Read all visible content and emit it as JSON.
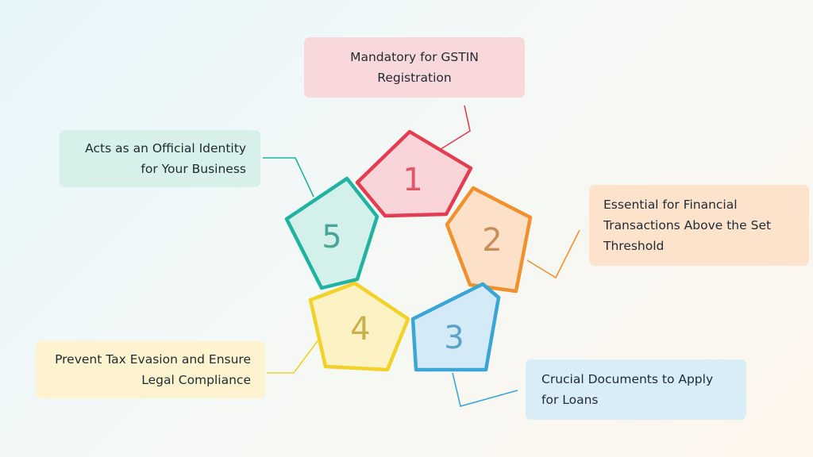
{
  "steps": [
    {
      "number": "1",
      "text": "Mandatory for GSTIN Registration",
      "color": "#e43d52",
      "fill": "#f9d5da",
      "num_color": "#e0566a"
    },
    {
      "number": "2",
      "text": "Essential for Financial Transactions Above the Set Threshold",
      "color": "#f0912e",
      "fill": "#fde0c8",
      "num_color": "#c88e5a"
    },
    {
      "number": "3",
      "text": "Crucial Documents to Apply for Loans",
      "color": "#3aa6d6",
      "fill": "#d4ebf7",
      "num_color": "#5aa2c8"
    },
    {
      "number": "4",
      "text": "Prevent Tax Evasion and Ensure Legal Compliance",
      "color": "#f2d129",
      "fill": "#fcf2c4",
      "num_color": "#c9b04a"
    },
    {
      "number": "5",
      "text": "Acts as an Official Identity for Your Business",
      "color": "#1fb3a0",
      "fill": "#d3f0ea",
      "num_color": "#4aa596"
    }
  ]
}
